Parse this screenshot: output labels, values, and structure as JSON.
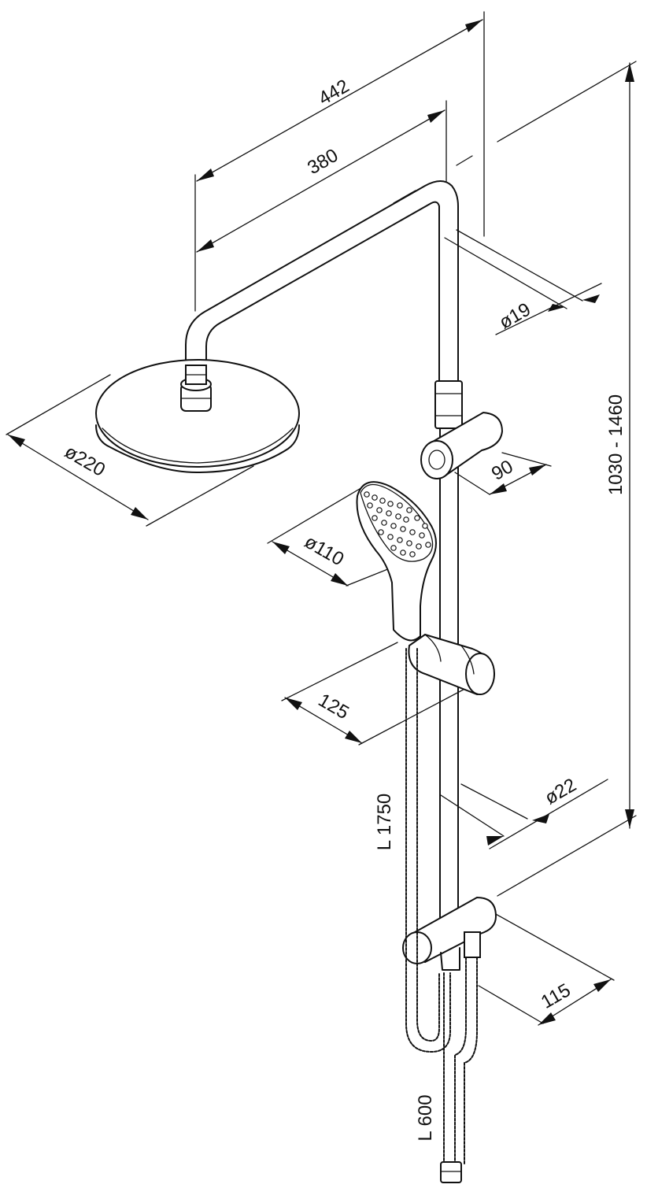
{
  "dimensions": {
    "arm_outer_length": "442",
    "arm_inner_length": "380",
    "pipe_upper_diameter": "ø19",
    "total_height": "1030 - 1460",
    "rain_head_diameter": "ø220",
    "holder_offset": "90",
    "hand_shower_diameter": "ø110",
    "slider_length": "125",
    "pipe_lower_diameter": "ø22",
    "hose_long": "L 1750",
    "bracket_depth": "115",
    "hose_short": "L 600"
  },
  "colors": {
    "line": "#111111",
    "background": "#ffffff"
  }
}
